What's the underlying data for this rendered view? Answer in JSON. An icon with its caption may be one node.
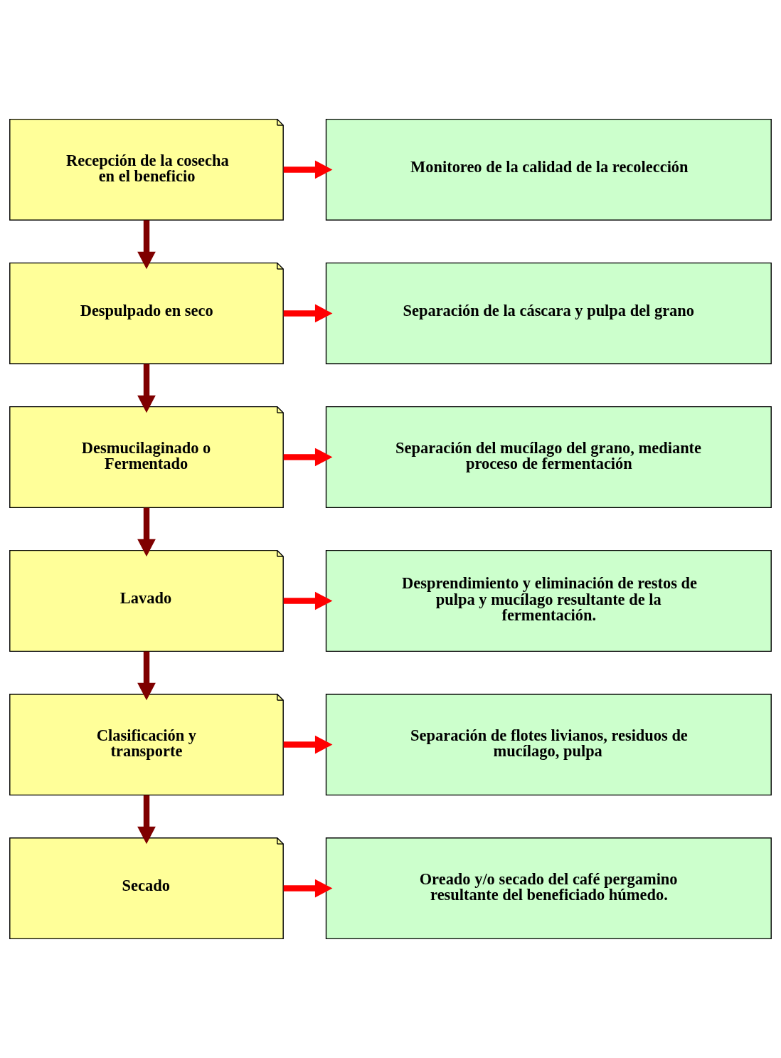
{
  "diagram": {
    "nodes": [
      {
        "text": [
          "Recepción de la cosecha en el beneficio"
        ]
      },
      {
        "text": [
          "Monitoreo de la calidad de la recolección"
        ]
      },
      {
        "text": [
          "Despulpado en seco"
        ]
      },
      {
        "text": [
          "Separación de la cáscara y pulpa del grano"
        ]
      },
      {
        "text": [
          "Desmucilaginado o Fermentado"
        ]
      },
      {
        "text": [
          "Separación del mucílago del grano, mediante proceso de fermentación"
        ]
      },
      {
        "text": [
          "Lavado"
        ]
      },
      {
        "text": [
          "Desprendimiento y eliminación de restos de pulpa y mucílago resultante de la fermentación."
        ]
      },
      {
        "text": [
          "Clasificación y transporte"
        ]
      },
      {
        "text": [
          "Separación de flotes livianos, residuos de mucílago, pulpa"
        ]
      },
      {
        "text": [
          "Secado"
        ]
      },
      {
        "text": [
          "Oreado y/o secado del café pergamino resultante del beneficiado húmedo."
        ]
      }
    ],
    "edges": [
      {
        "from": 0,
        "to": 1,
        "arrow": "to"
      },
      {
        "from": 0,
        "to": 2,
        "arrow": "to",
        "color": "#7f0000"
      },
      {
        "from": 2,
        "to": 3,
        "arrow": "to"
      },
      {
        "from": 2,
        "to": 4,
        "arrow": "to",
        "color": "#7f0000"
      },
      {
        "from": 4,
        "to": 5,
        "arrow": "to"
      },
      {
        "from": 4,
        "to": 6,
        "arrow": "to",
        "color": "#7f0000"
      },
      {
        "from": 6,
        "to": 7,
        "arrow": "to"
      },
      {
        "from": 6,
        "to": 8,
        "arrow": "to",
        "color": "#7f0000"
      },
      {
        "from": 8,
        "to": 9,
        "arrow": "to"
      },
      {
        "from": 8,
        "to": 10,
        "arrow": "to",
        "color": "#7f0000"
      },
      {
        "from": 10,
        "to": 11,
        "arrow": "to"
      }
    ]
  }
}
